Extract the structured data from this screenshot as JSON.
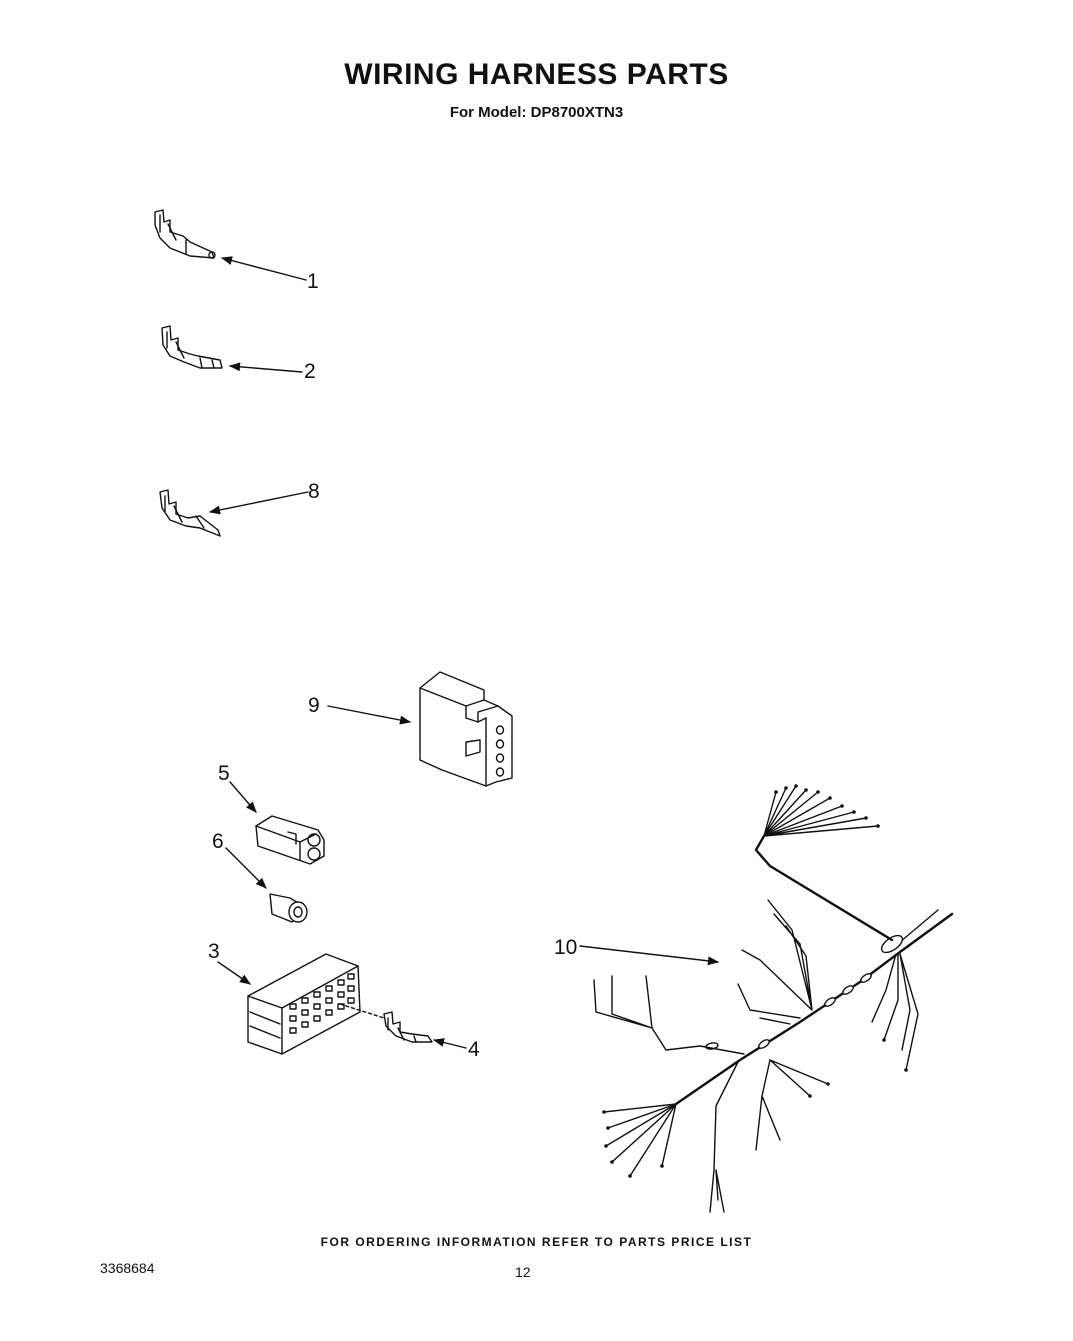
{
  "header": {
    "title": "WIRING HARNESS PARTS",
    "subtitle": "For Model: DP8700XTN3"
  },
  "callouts": {
    "c1": "1",
    "c2": "2",
    "c8": "8",
    "c9": "9",
    "c5": "5",
    "c6": "6",
    "c3": "3",
    "c4": "4",
    "c10": "10"
  },
  "footer": {
    "note": "FOR ORDERING INFORMATION REFER TO PARTS PRICE LIST",
    "doc_number": "3368684",
    "page_number": "12"
  }
}
